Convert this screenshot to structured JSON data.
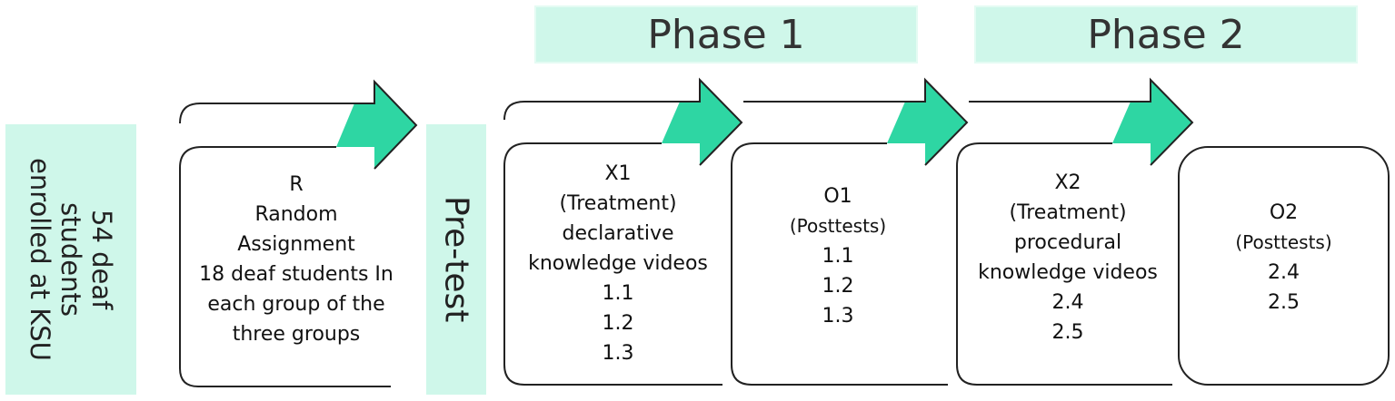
{
  "phases": [
    "Phase 1",
    "Phase 2"
  ],
  "population": {
    "lines": [
      "54 deaf",
      "students",
      "enrolled at KSU"
    ]
  },
  "pretest": "Pre-test",
  "steps": {
    "random": [
      "R",
      "Random",
      "Assignment",
      "18 deaf students  In",
      "each group of the",
      "three groups"
    ],
    "x1": {
      "title": "X1",
      "sub": "(Treatment)",
      "lines": [
        "declarative",
        "knowledge videos",
        "1.1",
        "1.2",
        "1.3"
      ]
    },
    "o1": {
      "title": "O1",
      "sub": "(Posttests)",
      "lines": [
        "1.1",
        "1.2",
        "1.3"
      ]
    },
    "x2": {
      "title": "X2",
      "sub": "(Treatment)",
      "lines": [
        "procedural",
        "knowledge videos",
        "2.4",
        "2.5"
      ]
    },
    "o2": {
      "title": "O2",
      "sub": "(Posttests)",
      "lines": [
        "2.4",
        "2.5"
      ]
    }
  },
  "colors": {
    "accent": "#2ed6a3",
    "panel": "#cff7ea",
    "outline": "#222222"
  }
}
